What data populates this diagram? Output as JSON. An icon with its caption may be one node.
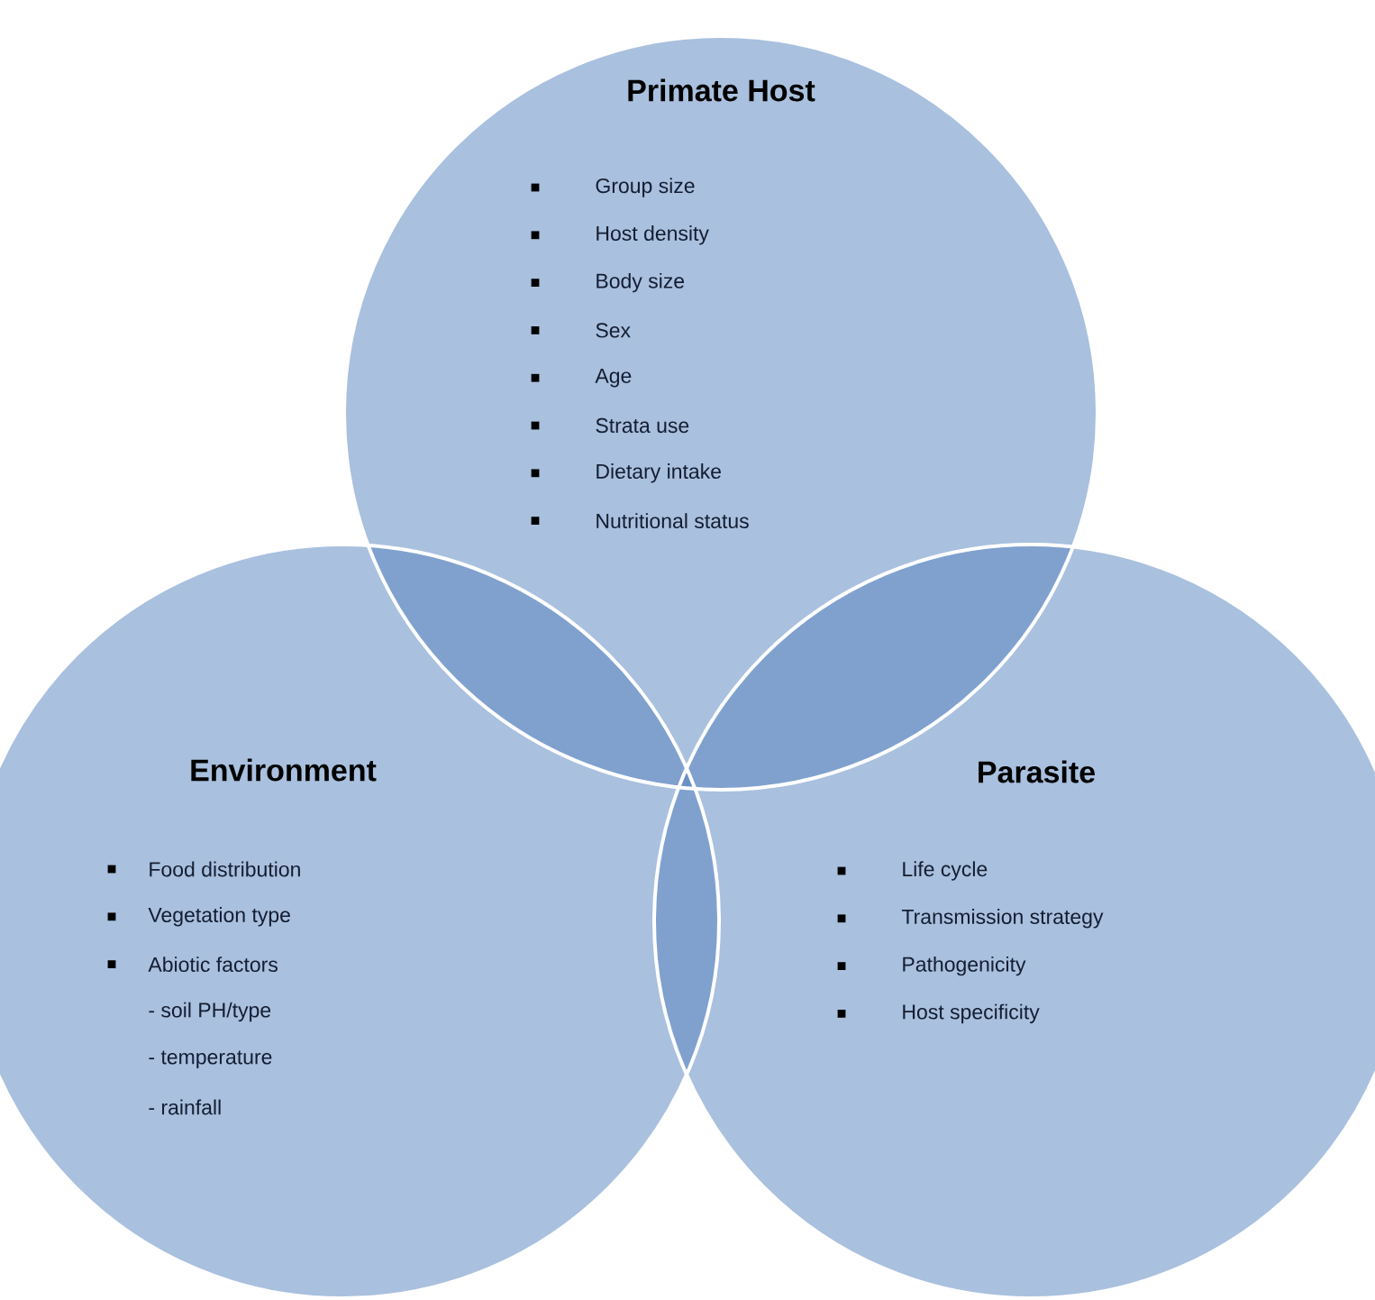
{
  "diagram": {
    "nodes": [
      {
        "text": [
          "Primate Host",
          "Group size",
          "Host density",
          "Body size",
          "Sex",
          "Age",
          "Strata use",
          "Dietary intake",
          "Nutritional status"
        ]
      },
      {
        "text": [
          "Environment",
          "Food distribution",
          "Vegetation type",
          "Abiotic factors",
          "- soil PH/type",
          "- temperature",
          "- rainfall"
        ]
      },
      {
        "text": [
          "Parasite",
          "Life cycle",
          "Transmission strategy",
          "Pathogenicity",
          "Host specificity"
        ]
      }
    ]
  }
}
